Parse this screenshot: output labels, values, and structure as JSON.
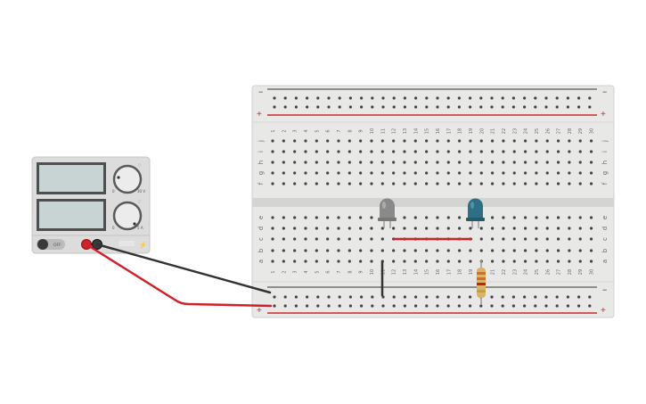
{
  "power_supply": {
    "off_label": "OFF",
    "voltage_max": "30 V",
    "voltage_min": "0",
    "current_max": "5 A",
    "current_min": "0",
    "colors": {
      "body": "#d9d9d9",
      "display": "#c9d3d3",
      "positive": "#d0202a",
      "negative": "#333333"
    }
  },
  "breadboard": {
    "rail_minus": "−",
    "rail_plus": "+",
    "row_letters_top": [
      "j",
      "i",
      "h",
      "g",
      "f"
    ],
    "row_letters_bottom": [
      "e",
      "d",
      "c",
      "b",
      "a"
    ],
    "columns": [
      "1",
      "2",
      "3",
      "4",
      "5",
      "6",
      "7",
      "8",
      "9",
      "10",
      "11",
      "12",
      "13",
      "14",
      "15",
      "16",
      "17",
      "18",
      "19",
      "20",
      "21",
      "22",
      "23",
      "24",
      "25",
      "26",
      "27",
      "28",
      "29",
      "30"
    ],
    "colors": {
      "board": "#e8e8e6",
      "hole": "#444444",
      "rail_red": "#cc2b2b",
      "rail_black": "#333333"
    }
  },
  "components": {
    "led_1_color": "#8a8a8a",
    "led_2_color": "#2e6f86",
    "wire_red": "#d0202a",
    "wire_black": "#333333",
    "resistor_body": "#d9b36a"
  }
}
